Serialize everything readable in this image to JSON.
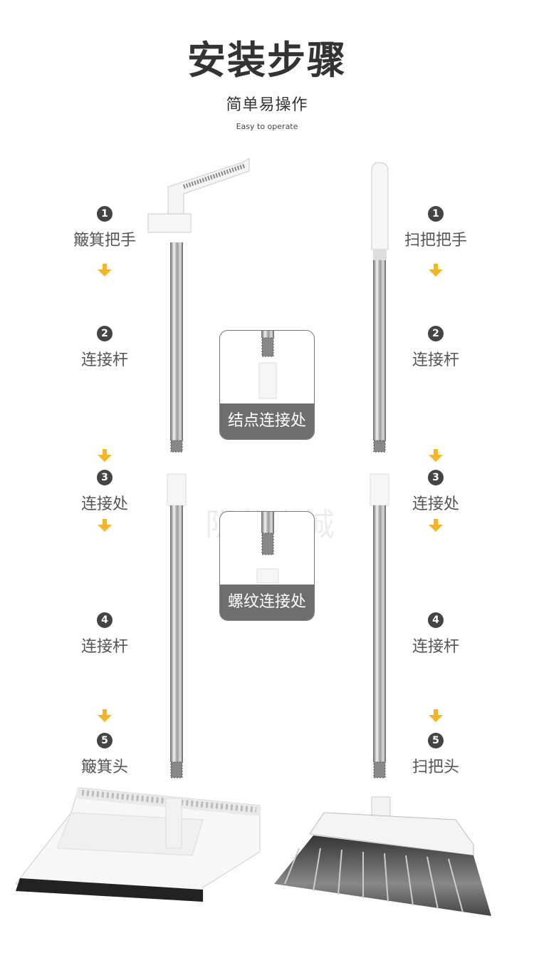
{
  "header": {
    "title": "安装步骤",
    "subtitle": "简单易操作",
    "subtitle_en": "Easy to operate"
  },
  "left_steps": [
    {
      "num": "1",
      "label": "簸箕把手"
    },
    {
      "num": "2",
      "label": "连接杆"
    },
    {
      "num": "3",
      "label": "连接处"
    },
    {
      "num": "4",
      "label": "连接杆"
    },
    {
      "num": "5",
      "label": "簸箕头"
    }
  ],
  "right_steps": [
    {
      "num": "1",
      "label": "扫把把手"
    },
    {
      "num": "2",
      "label": "连接杆"
    },
    {
      "num": "3",
      "label": "连接处"
    },
    {
      "num": "4",
      "label": "连接杆"
    },
    {
      "num": "5",
      "label": "扫把头"
    }
  ],
  "callouts": [
    {
      "label": "结点连接处"
    },
    {
      "label": "螺纹连接处"
    }
  ],
  "watermark": "阴帮商城",
  "colors": {
    "arrow": "#f5b526",
    "badge": "#444444",
    "caption_bg": "#6e6e6e"
  }
}
